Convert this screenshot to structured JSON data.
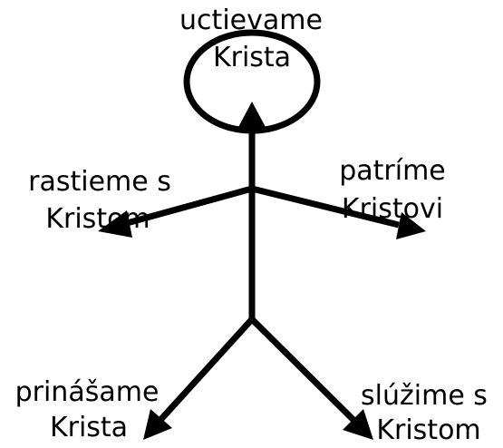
{
  "diagram": {
    "labels": {
      "top": {
        "line1": "uctievame",
        "line2": "Krista"
      },
      "left": {
        "line1": "rastieme s",
        "line2": "Kristom"
      },
      "right": {
        "line1": "patríme",
        "line2": "Kristovi"
      },
      "bottom_left": {
        "line1": "prinášame",
        "line2": "Krista"
      },
      "bottom_right": {
        "line1": "slúžime s",
        "line2": "Kristom"
      }
    },
    "colors": {
      "ink": "#000000",
      "background": "#ffffff"
    }
  }
}
